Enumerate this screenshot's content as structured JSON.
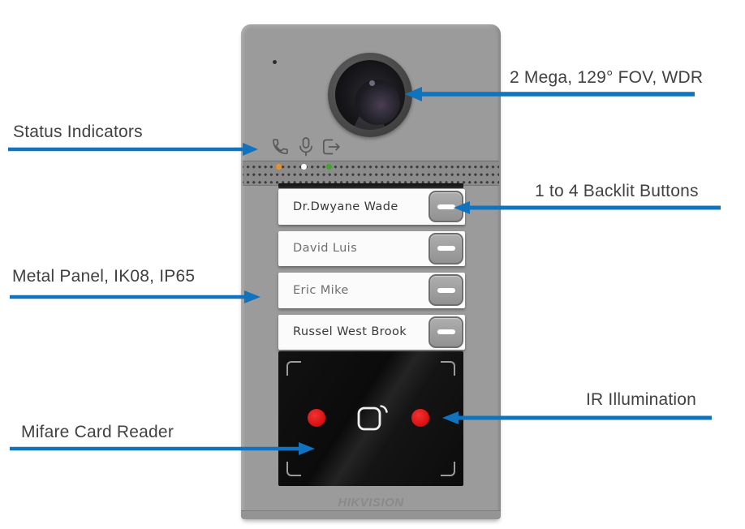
{
  "figure": {
    "type": "product-callout-diagram",
    "accent_color": "#1173bd",
    "label_text_color": "#414141"
  },
  "callouts": {
    "camera": "2 Mega, 129° FOV, WDR",
    "status": "Status Indicators",
    "buttons": "1 to 4 Backlit Buttons",
    "panel": "Metal Panel, IK08, IP65",
    "ir": "IR Illumination",
    "reader": "Mifare Card Reader"
  },
  "device": {
    "brand": "HIKVISION",
    "call_buttons": [
      {
        "name": "Dr.Dwyane Wade"
      },
      {
        "name": "David Luis"
      },
      {
        "name": "Eric Mike"
      },
      {
        "name": "Russel West Brook"
      }
    ],
    "status_icons": [
      "call-icon",
      "microphone-icon",
      "door-release-icon"
    ],
    "leds": [
      {
        "name": "orange-led",
        "color": "#e8922e"
      },
      {
        "name": "white-led",
        "color": "#ffffff"
      },
      {
        "name": "green-led",
        "color": "#43a32f"
      }
    ],
    "ir_led_color": "#da1010",
    "panel_color": "#9b9b9b",
    "reader_color": "#101010"
  }
}
